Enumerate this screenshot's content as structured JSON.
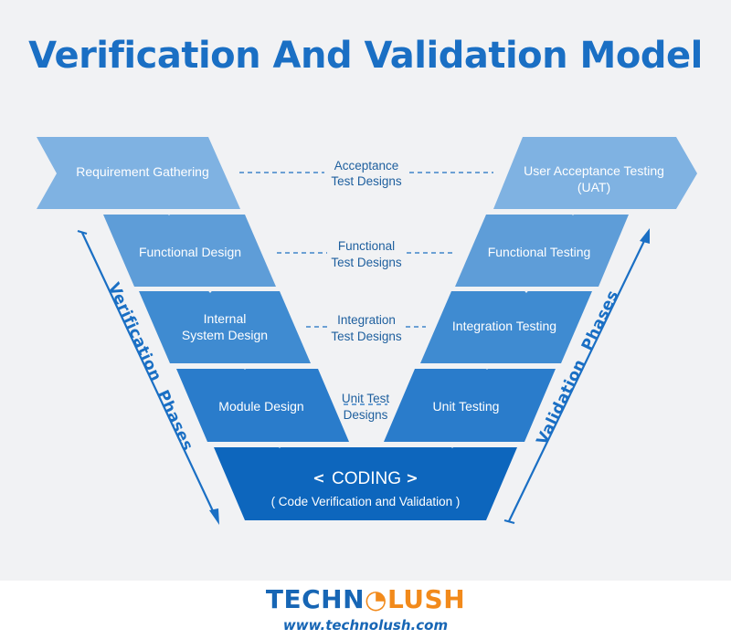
{
  "title": "Verification And Validation Model",
  "verification": {
    "phase_label": "Verification  Phases",
    "steps": [
      "Requirement Gathering",
      "Functional Design",
      "Internal",
      "System Design",
      "Module Design"
    ]
  },
  "validation": {
    "phase_label": "Validation  Phases",
    "steps": [
      "User Acceptance Testing",
      "(UAT)",
      "Functional Testing",
      "Integration Testing",
      "Unit Testing"
    ]
  },
  "test_designs": [
    [
      "Acceptance",
      "Test Designs"
    ],
    [
      "Functional",
      "Test Designs"
    ],
    [
      "Integration",
      "Test Designs"
    ],
    [
      "Unit Test",
      "Designs"
    ]
  ],
  "coding": {
    "label": "CODING",
    "chevron_left": "<",
    "chevron_right": ">",
    "subtitle": "( Code Verification and Validation )"
  },
  "brand": {
    "part1": "TECHN",
    "part2": "LUSH",
    "url": "www.technolush.com"
  },
  "colors": {
    "title": "#1a6fc4",
    "row1": "#7fb2e2",
    "row2": "#5e9dd8",
    "row3": "#3f8bd1",
    "row4": "#2a7ccb",
    "coding": "#0d66bd",
    "brand_orange": "#f28a1b"
  }
}
